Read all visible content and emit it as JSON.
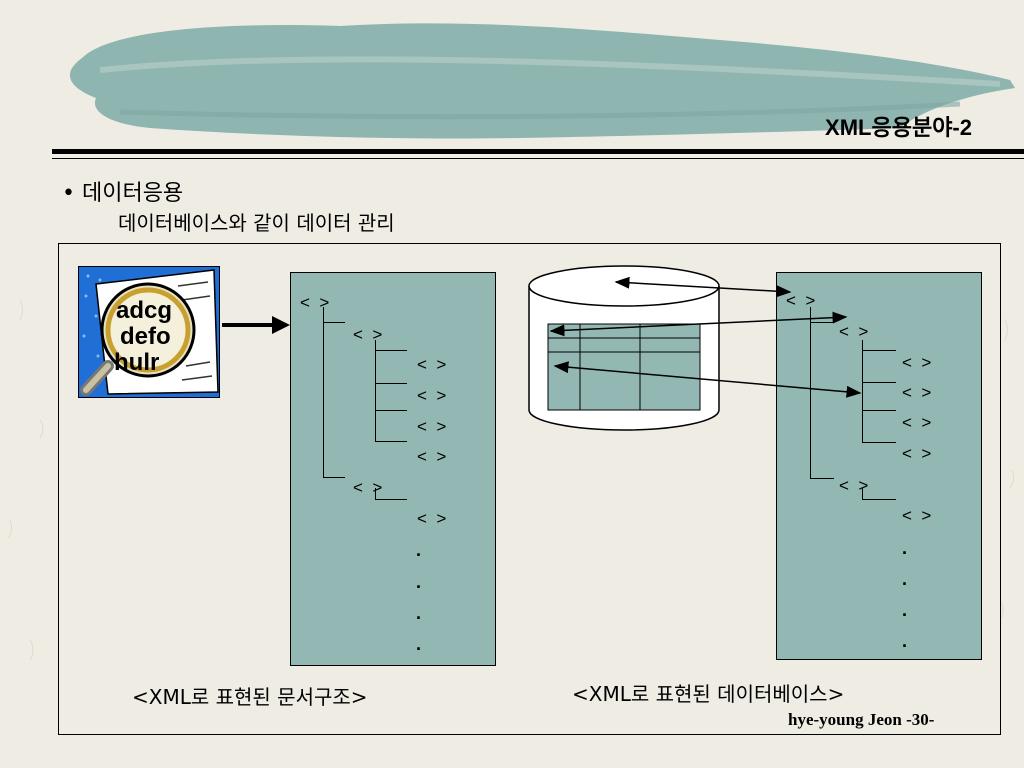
{
  "slide": {
    "title": "XML응용분야-2",
    "bullet": "• 데이터응용",
    "subtitle": "데이터베이스와 같이 데이터 관리",
    "credit": "hye-young Jeon -30-"
  },
  "left_panel": {
    "caption": "<XML로 표현된 문서구조>",
    "tags": [
      "<  >",
      "<  >",
      "<  >",
      "<  >",
      "<  >",
      "<  >",
      "<  >",
      "<  >"
    ],
    "dots": [
      ".",
      ".",
      ".",
      "."
    ]
  },
  "right_panel": {
    "caption": "<XML로 표현된 데이터베이스>",
    "tags": [
      "<  >",
      "<  >",
      "<  >",
      "<  >",
      "<  >",
      "<  >",
      "<  >",
      "<  >"
    ],
    "dots": [
      ".",
      ".",
      ".",
      "."
    ]
  },
  "magnifier_icon": {
    "lines": [
      "adcg",
      "defo",
      "hulr"
    ]
  },
  "colors": {
    "panel": "#93b8b4",
    "brush": "#8fb5b0",
    "background": "#efece4",
    "magnifier_bg": "#1f6fd6"
  }
}
